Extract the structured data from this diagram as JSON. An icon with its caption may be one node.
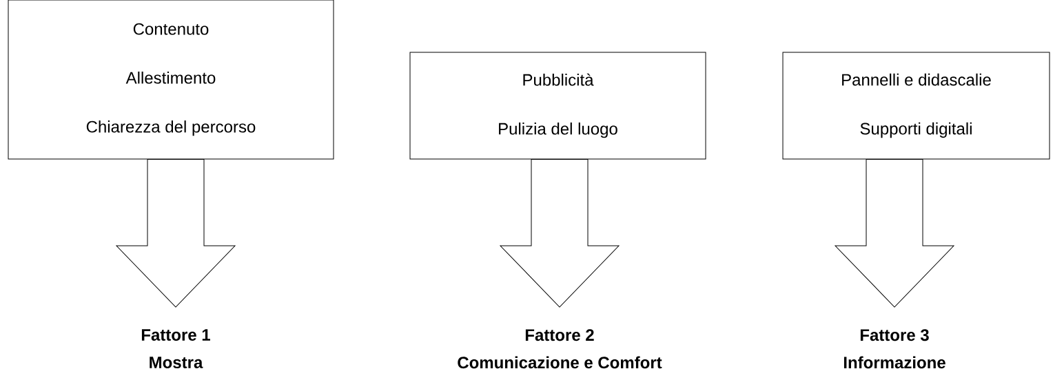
{
  "diagram": {
    "nodes": [
      {
        "text": [
          "Contenuto",
          "Allestimento",
          "Chiarezza del percorso"
        ]
      },
      {
        "text": [
          "Pubblicità",
          "Pulizia del luogo"
        ]
      },
      {
        "text": [
          "Pannelli e didascalie",
          "Supporti digitali"
        ]
      },
      {
        "text": [
          "Fattore 1",
          "Mostra"
        ]
      },
      {
        "text": [
          "Fattore 2",
          "Comunicazione e Comfort"
        ]
      },
      {
        "text": [
          "Fattore 3",
          "Informazione"
        ]
      }
    ],
    "edges": [
      {
        "from": 0,
        "to": 3,
        "arrow": "to"
      },
      {
        "from": 1,
        "to": 4,
        "arrow": "to"
      },
      {
        "from": 2,
        "to": 5,
        "arrow": "to"
      }
    ]
  }
}
